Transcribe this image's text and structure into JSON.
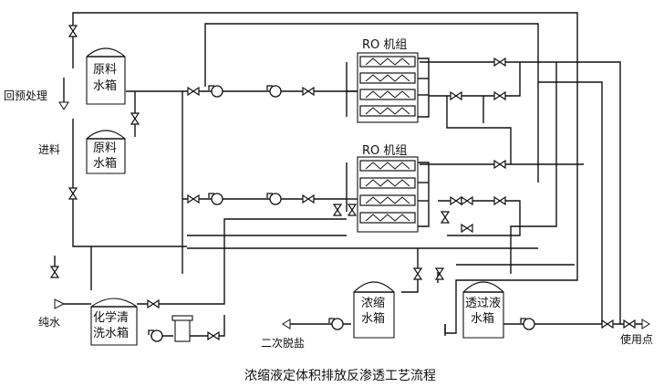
{
  "tanks": {
    "raw1": [
      "原料",
      "水箱"
    ],
    "raw2": [
      "原料",
      "水箱"
    ],
    "chem": [
      "化学清",
      "洗水箱"
    ],
    "conc": [
      "浓缩",
      "水箱"
    ],
    "perm": [
      "透过液",
      "水箱"
    ]
  },
  "ro_units": {
    "upper": "RO 机组",
    "lower": "RO 机组"
  },
  "labels": {
    "return_pretreat": "回预处理",
    "feed": "进料",
    "pure_water": "纯水",
    "secondary_desalt": "二次脱盐",
    "use_point": "使用点"
  },
  "caption": "浓缩液定体积排放反渗透工艺流程"
}
